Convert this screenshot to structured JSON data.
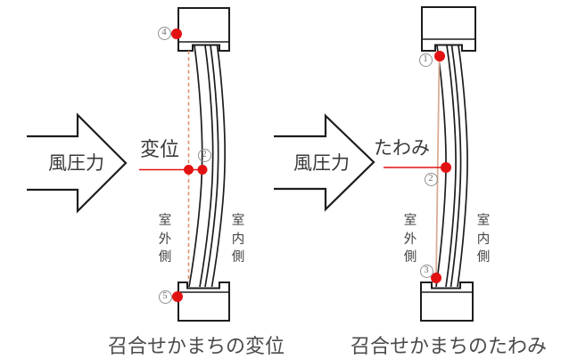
{
  "colors": {
    "red": "#e31212",
    "ink": "#1d1d1d",
    "dashed_guide": "#e2906c",
    "chord_guide": "#d9ad96",
    "text_dark": "#3a3a3a",
    "caption_gray": "#4a4a4a",
    "marker_gray": "#8f8f8f"
  },
  "left_figure": {
    "caption": "召合せかまちの変位",
    "wind_label": "風圧力",
    "measure_label": "変位",
    "outdoor_label": "室外側",
    "indoor_label": "室内側",
    "markers": {
      "top": "4",
      "middle": "2",
      "bottom": "5"
    }
  },
  "right_figure": {
    "caption": "召合せかまちのたわみ",
    "wind_label": "風圧力",
    "measure_label": "たわみ",
    "outdoor_label": "室外側",
    "indoor_label": "室内側",
    "markers": {
      "top": "1",
      "middle": "2",
      "bottom": "3"
    }
  }
}
